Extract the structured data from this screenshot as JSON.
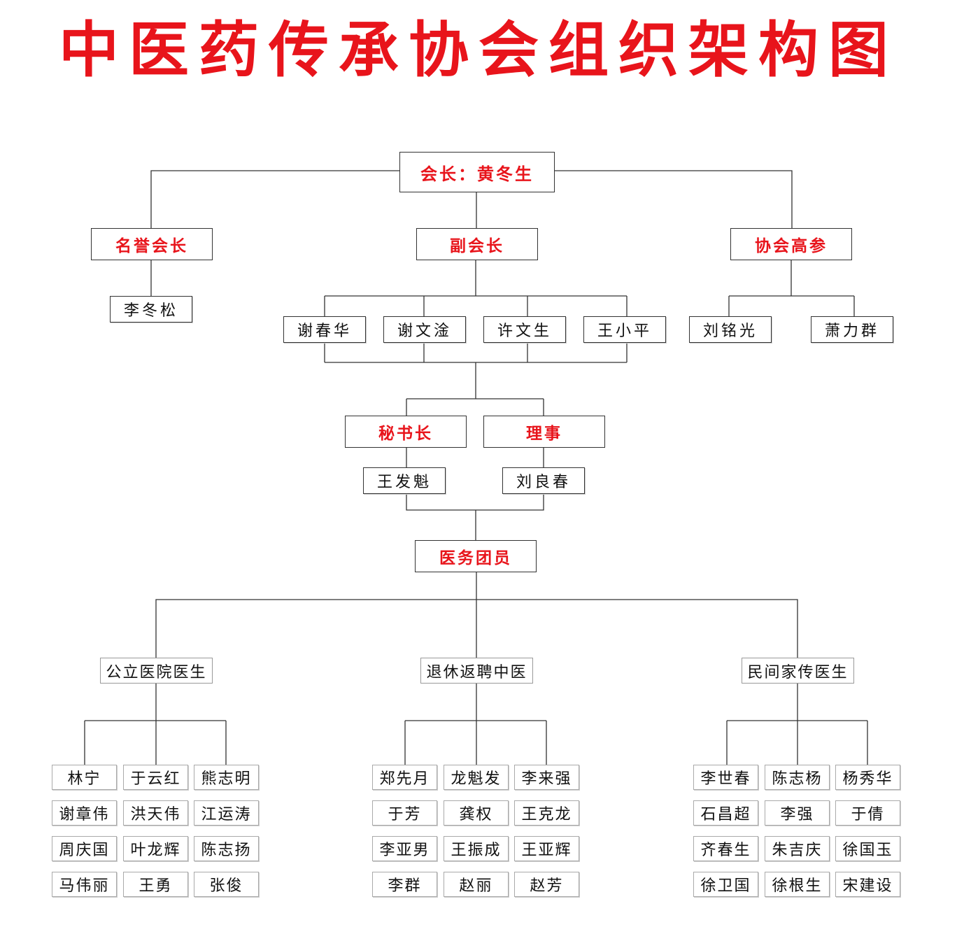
{
  "title": "中医药传承协会组织架构图",
  "colors": {
    "accent": "#e8141b",
    "line": "#333333"
  },
  "president": "会长：黄冬生",
  "honorary": {
    "label": "名誉会长",
    "members": [
      "李冬松"
    ]
  },
  "vice": {
    "label": "副会长",
    "members": [
      "谢春华",
      "谢文淦",
      "许文生",
      "王小平"
    ]
  },
  "advisors": {
    "label": "协会高参",
    "members": [
      "刘铭光",
      "萧力群"
    ]
  },
  "secretary": {
    "label": "秘书长",
    "members": [
      "王发魁"
    ]
  },
  "directors": {
    "label": "理事",
    "members": [
      "刘良春"
    ]
  },
  "medical": {
    "label": "医务团员"
  },
  "groups": [
    {
      "label": "公立医院医生",
      "members": [
        "林宁",
        "于云红",
        "熊志明",
        "谢章伟",
        "洪天伟",
        "江运涛",
        "周庆国",
        "叶龙辉",
        "陈志扬",
        "马伟丽",
        "王勇",
        "张俊"
      ]
    },
    {
      "label": "退休返聘中医",
      "members": [
        "郑先月",
        "龙魁发",
        "李来强",
        "于芳",
        "龚权",
        "王克龙",
        "李亚男",
        "王振成",
        "王亚辉",
        "李群",
        "赵丽",
        "赵芳"
      ]
    },
    {
      "label": "民间家传医生",
      "members": [
        "李世春",
        "陈志杨",
        "杨秀华",
        "石昌超",
        "李强",
        "于倩",
        "齐春生",
        "朱吉庆",
        "徐国玉",
        "徐卫国",
        "徐根生",
        "宋建设"
      ]
    }
  ]
}
